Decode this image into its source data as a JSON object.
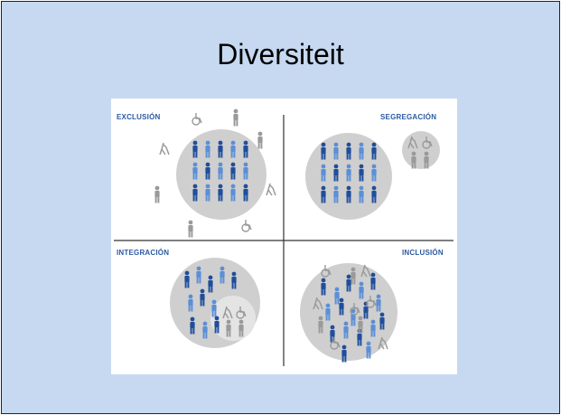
{
  "slide": {
    "title": "Diversiteit"
  },
  "diagram": {
    "quadrants": [
      {
        "id": "exclusion",
        "label": "EXCLUSIÓN"
      },
      {
        "id": "segregation",
        "label": "SEGREGACIÓN"
      },
      {
        "id": "integration",
        "label": "INTEGRACIÓN"
      },
      {
        "id": "inclusion",
        "label": "INCLUSIÓN"
      }
    ],
    "colors": {
      "background": "#c6d9f1",
      "circle": "#cfcfcf",
      "inner_circle": "#e4e4e4",
      "dark_blue": "#1f4e9c",
      "light_blue": "#5b8fd6",
      "grey_figure": "#9a9a9a",
      "label": "#2b5aa3",
      "divider": "#333333"
    },
    "icons": [
      "person-icon",
      "wheelchair-icon",
      "blind-cane-icon"
    ]
  }
}
